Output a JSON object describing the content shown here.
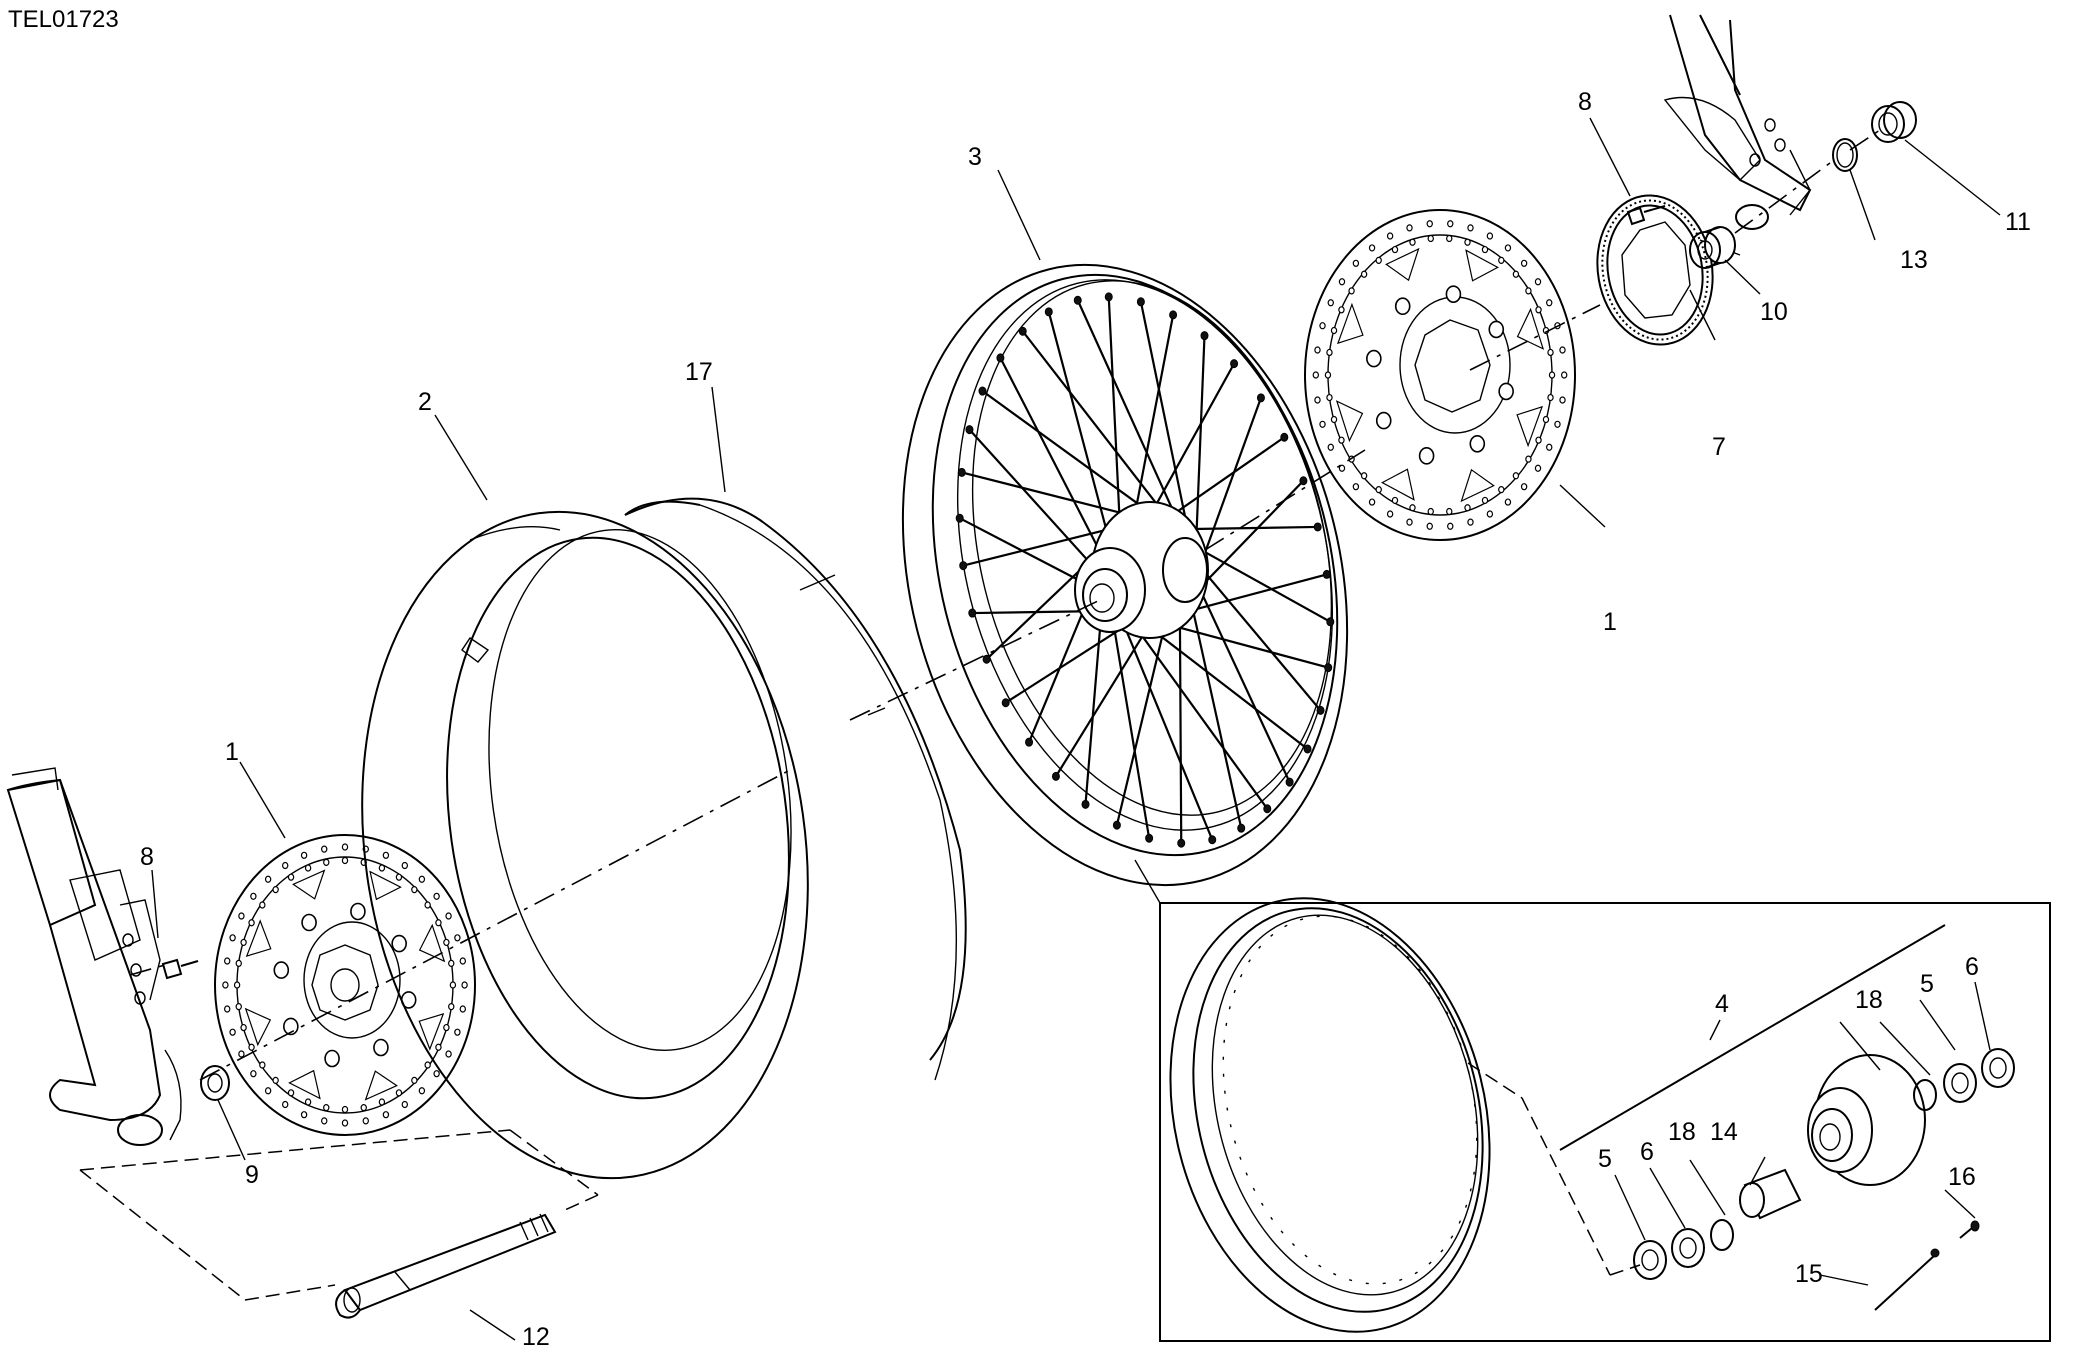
{
  "diagram": {
    "reference_code": "TEL01723",
    "callouts": {
      "disc_left": "1",
      "disc_right": "1",
      "tyre": "2",
      "wheel": "3",
      "wheel_kit": "4",
      "bearing_5_top": "5",
      "bearing_5_bottom": "5",
      "seal_6_top": "6",
      "seal_6_bottom": "6",
      "tone_wheel": "7",
      "screw_8_left": "8",
      "screw_8_right": "8",
      "spacer_9": "9",
      "spacer_10": "10",
      "spacer_11": "11",
      "axle": "12",
      "seal_ring_13": "13",
      "distance_sleeve": "14",
      "spoke": "15",
      "nipple": "16",
      "rim_band": "17",
      "circlip_18_top": "18",
      "circlip_18_bottom": "18"
    }
  }
}
